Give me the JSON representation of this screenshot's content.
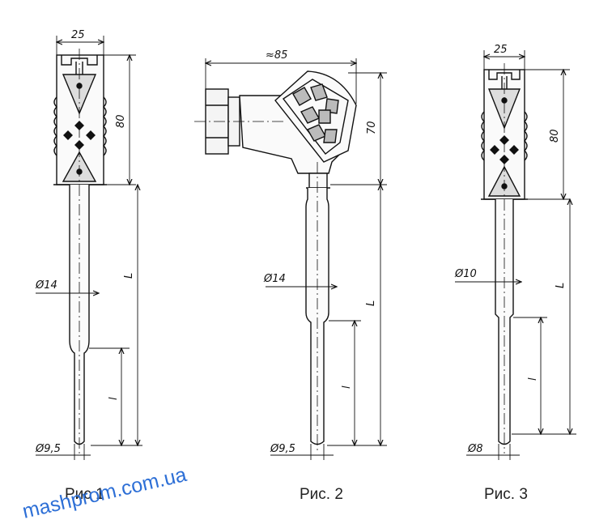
{
  "figures": [
    {
      "caption": "Рис 1",
      "dims": {
        "width": "25",
        "height": "80",
        "length_L": "L",
        "length_l": "l",
        "dia_stem": "Ø14",
        "dia_tip": "Ø9,5"
      }
    },
    {
      "caption": "Рис. 2",
      "dims": {
        "width": "≈85",
        "height": "70",
        "length_L": "L",
        "length_l": "l",
        "dia_stem": "Ø14",
        "dia_tip": "Ø9,5"
      }
    },
    {
      "caption": "Рис. 3",
      "dims": {
        "width": "25",
        "height": "80",
        "length_L": "L",
        "length_l": "l",
        "dia_stem": "Ø10",
        "dia_tip": "Ø8"
      }
    }
  ],
  "watermark": "mashprom.com.ua",
  "colors": {
    "line": "#111111",
    "watermark": "#2d6fd6"
  }
}
